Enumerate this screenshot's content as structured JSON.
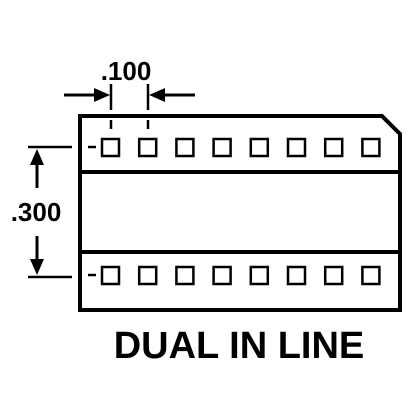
{
  "diagram": {
    "pitch_label": ".100",
    "row_spacing_label": ".300",
    "caption": "DUAL IN LINE",
    "pins_per_row": 8,
    "rows": [
      "top",
      "bottom"
    ],
    "stroke_color": "#000000",
    "background_color": "#ffffff"
  }
}
